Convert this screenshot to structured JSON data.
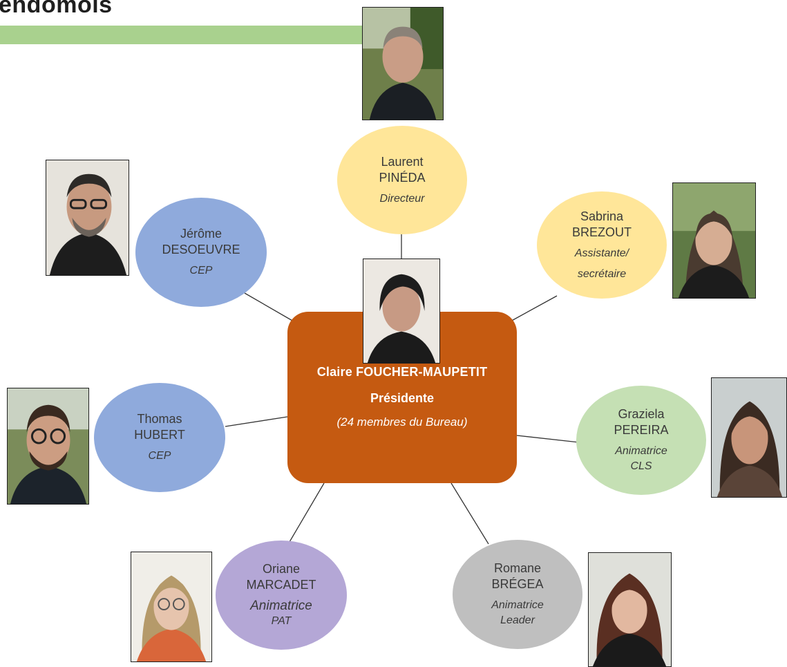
{
  "header": {
    "title": "endomois"
  },
  "center": {
    "name": "Claire FOUCHER-MAUPETIT",
    "role": "Présidente",
    "note": "(24 membres du Bureau)"
  },
  "people": {
    "pineda": {
      "first": "Laurent",
      "last": "PINÉDA",
      "role": "Directeur"
    },
    "brezout": {
      "first": "Sabrina",
      "last": "BREZOUT",
      "role": "Assistante/",
      "role2": "secrétaire"
    },
    "desoeuvre": {
      "first": "Jérôme",
      "last": "DESOEUVRE",
      "role": "CEP"
    },
    "hubert": {
      "first": "Thomas",
      "last": "HUBERT",
      "role": "CEP"
    },
    "pereira": {
      "first": "Graziela",
      "last": "PEREIRA",
      "role": "Animatrice",
      "role2": "CLS"
    },
    "marcadet": {
      "first": "Oriane",
      "last": "MARCADET",
      "role": "Animatrice",
      "role2": "PAT"
    },
    "bregea": {
      "first": "Romane",
      "last": "BRÉGEA",
      "role": "Animatrice",
      "role2": "Leader"
    }
  },
  "colors": {
    "title_bar": "#a9d18e",
    "center_box": "#c55a11",
    "director": "#ffe699",
    "assistant": "#ffe699",
    "cep": "#8faadc",
    "cls": "#c5e0b4",
    "pat": "#b4a7d6",
    "leader": "#bfbfbf"
  }
}
